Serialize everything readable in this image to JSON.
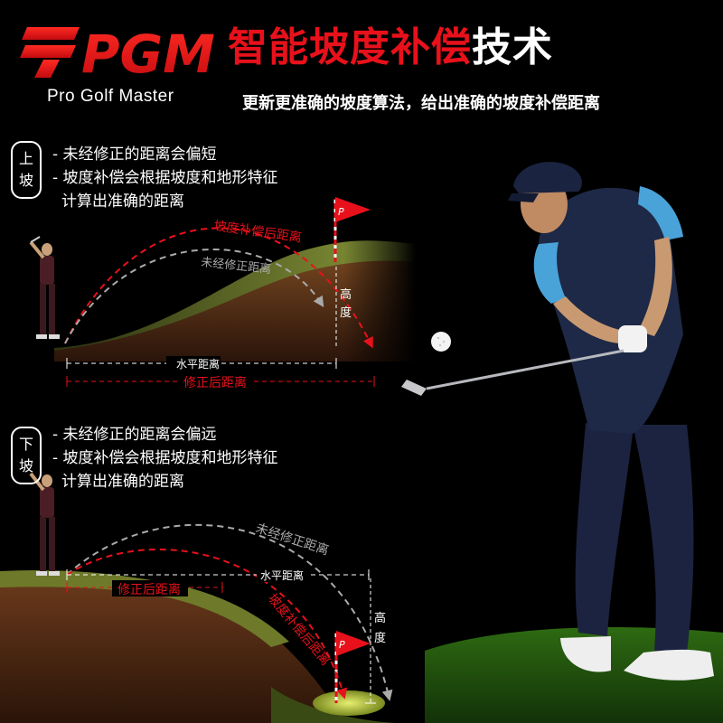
{
  "brand": {
    "logo_text": "PGM",
    "tagline": "Pro Golf Master"
  },
  "header": {
    "title_red": "智能坡度补偿",
    "title_white": "技术",
    "subtitle": "更新更准确的坡度算法，给出准确的坡度补偿距离"
  },
  "uphill": {
    "badge_top": "上",
    "badge_bottom": "坡",
    "bullet1": "- 未经修正的距离会偏短",
    "bullet2": "- 坡度补偿会根据坡度和地形特征",
    "bullet2_cont": "计算出准确的距离",
    "label_compensated": "坡度补偿后距离",
    "label_uncorrected": "未经修正距离",
    "label_height": "高度",
    "label_horizontal": "水平距离",
    "label_corrected": "修正后距离"
  },
  "downhill": {
    "badge_top": "下",
    "badge_bottom": "坡",
    "bullet1": "- 未经修正的距离会偏远",
    "bullet2": "- 坡度补偿会根据坡度和地形特征",
    "bullet2_cont": "计算出准确的距离",
    "label_uncorrected": "未经修正距离",
    "label_horizontal": "水平距离",
    "label_corrected": "修正后距离",
    "label_compensated": "坡度补偿后距离",
    "label_height": "高度"
  },
  "colors": {
    "accent_red": "#e8111b",
    "gray_arc": "#9a9a9a",
    "fairway_green": "#6e7a2a",
    "soil_brown": "#6b3a1c",
    "sky_blue": "#4aa3d8"
  }
}
